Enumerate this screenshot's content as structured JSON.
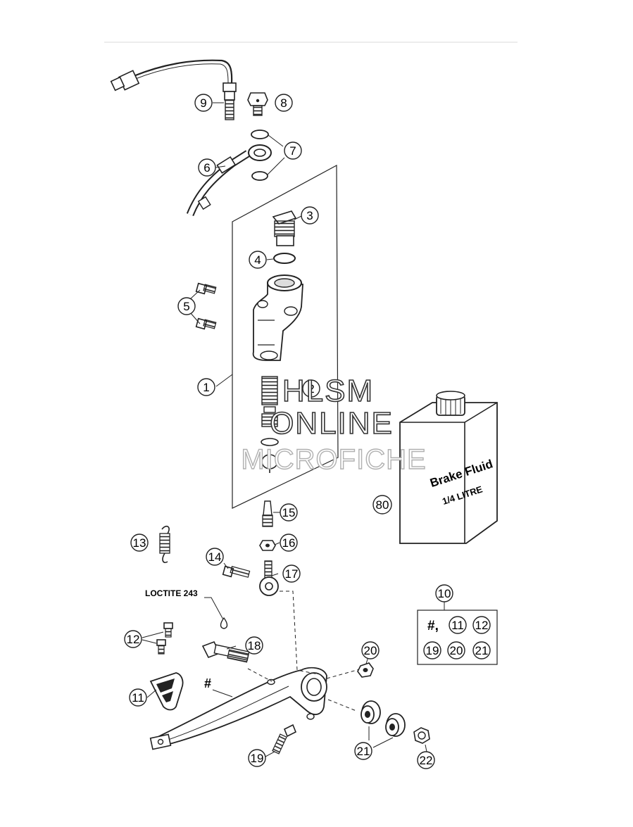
{
  "callouts": {
    "c1": "1",
    "c2": "2",
    "c3": "3",
    "c4": "4",
    "c5": "5",
    "c6": "6",
    "c7": "7",
    "c8": "8",
    "c9": "9",
    "c10": "10",
    "c11": "11",
    "c11b": "11",
    "c12": "12",
    "c12b": "12",
    "c13": "13",
    "c14": "14",
    "c15": "15",
    "c16": "16",
    "c17": "17",
    "c18": "18",
    "c19": "19",
    "c19b": "19",
    "c20": "20",
    "c20b": "20",
    "c21": "21",
    "c21b": "21",
    "c22": "22",
    "c80": "80"
  },
  "labels": {
    "loctite": "LOCTITE 243",
    "hash_main": "#",
    "hash_box": "#,"
  },
  "fluid_can": {
    "line1": "Brake Fluid",
    "line2": "1/4 LITRE"
  },
  "watermark": {
    "line1": "HLSM",
    "line2": "ONLINE",
    "line3": "MICROFICHE"
  }
}
